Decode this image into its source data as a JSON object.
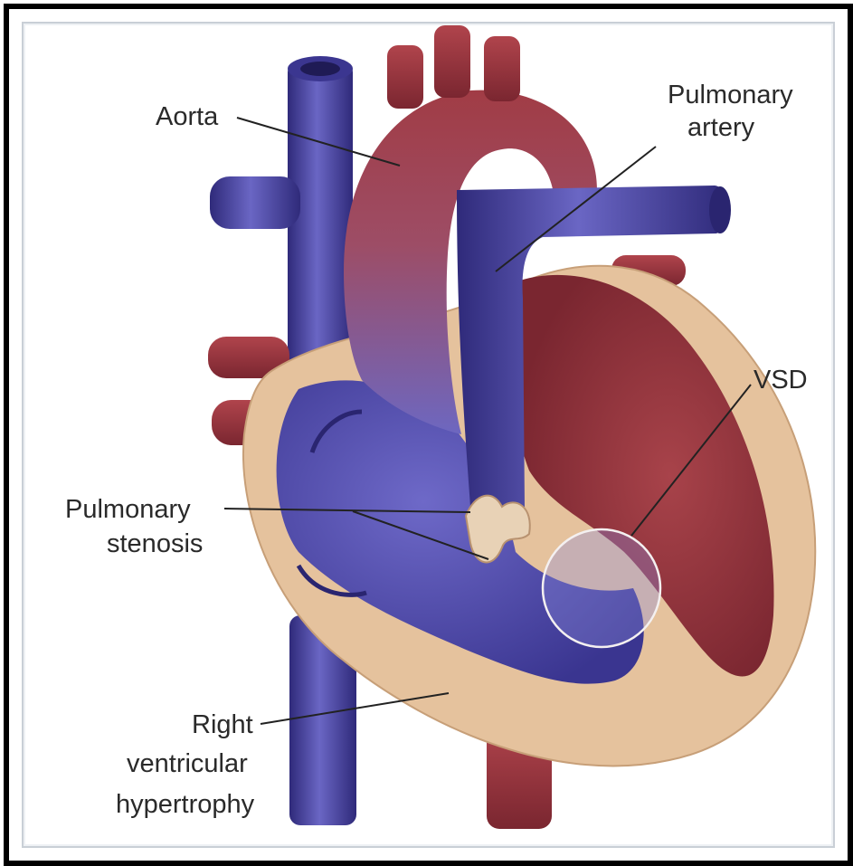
{
  "labels": {
    "aorta": "Aorta",
    "pulmonary_artery": [
      "Pulmonary",
      "artery"
    ],
    "vsd": "VSD",
    "pulmonary_stenosis": [
      "Pulmonary",
      "stenosis"
    ],
    "right_ventricular_hypertrophy": [
      "Right",
      "ventricular",
      "hypertrophy"
    ]
  },
  "colors": {
    "vein_blue": "#4f4aa3",
    "artery_red": "#9c3a40",
    "muscle_tan": "#e7c7a3",
    "ventricle_red": "#8d2e36",
    "ventricle_blue": "#5a55b0",
    "leader_line": "#222222"
  }
}
